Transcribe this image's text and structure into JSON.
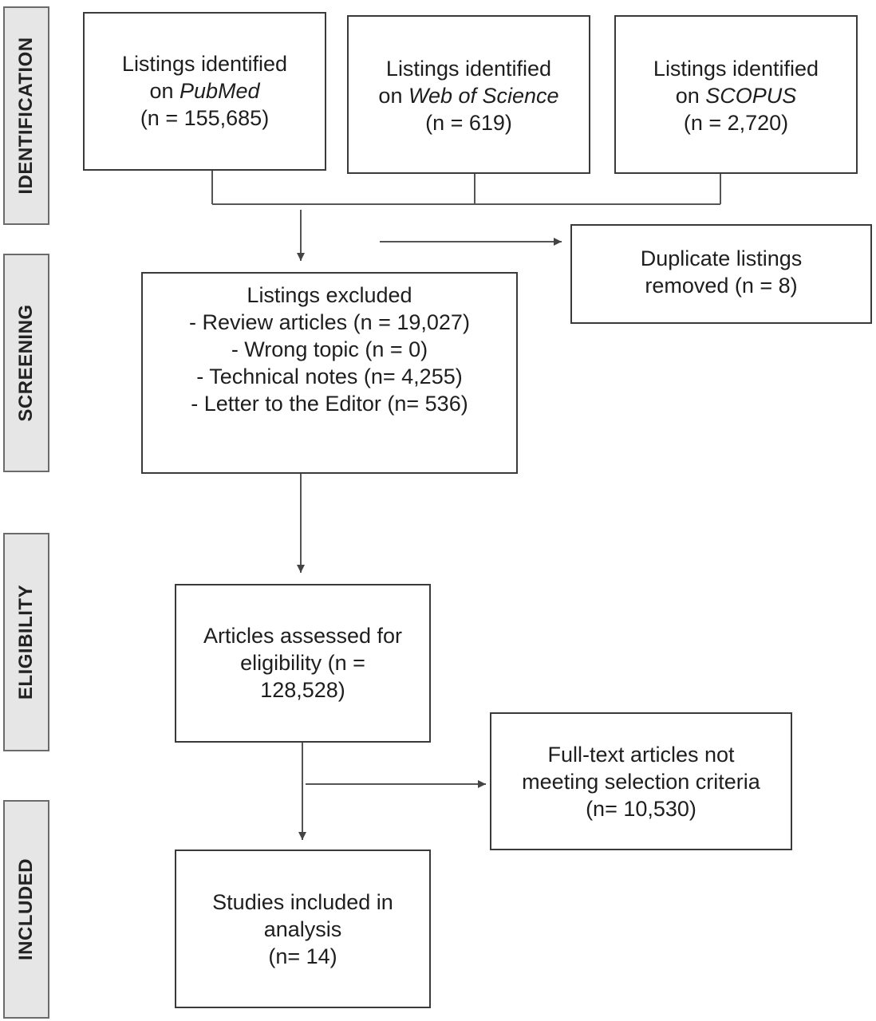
{
  "phases": {
    "identification": "IDENTIFICATION",
    "screening": "SCREENING",
    "eligibility": "ELIGIBILITY",
    "included": "INCLUDED"
  },
  "sources": {
    "pubmed": {
      "line1": "Listings identified",
      "prefix": "on ",
      "name": "PubMed",
      "count": "(n = 155,685)"
    },
    "wos": {
      "line1": "Listings identified",
      "prefix": "on ",
      "name": "Web of Science",
      "count": "(n = 619)"
    },
    "scopus": {
      "line1": "Listings identified",
      "prefix": "on ",
      "name": "SCOPUS",
      "count": "(n = 2,720)"
    }
  },
  "duplicates": {
    "line1": "Duplicate listings",
    "line2": "removed (n = 8)"
  },
  "excluded": {
    "title": "Listings excluded",
    "items": [
      "- Review articles (n = 19,027)",
      "- Wrong topic (n = 0)",
      "- Technical notes (n= 4,255)",
      "- Letter to the Editor (n= 536)"
    ]
  },
  "assessed": {
    "line1": "Articles assessed for",
    "line2": "eligibility (n =",
    "line3": "128,528)"
  },
  "not_meeting": {
    "line1": "Full-text articles not",
    "line2": "meeting selection criteria",
    "line3": "(n= 10,530)"
  },
  "included": {
    "line1": "Studies included in",
    "line2": "analysis",
    "line3": "(n= 14)"
  }
}
